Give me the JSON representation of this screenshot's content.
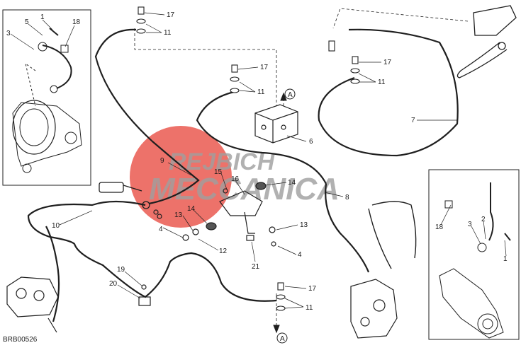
{
  "watermark": {
    "line1": "REJBICH",
    "line2": "MECCANICA"
  },
  "drawing_code": "BRB00526",
  "callouts": [
    {
      "id": "c1",
      "text": "1"
    },
    {
      "id": "c5",
      "text": "5"
    },
    {
      "id": "c3",
      "text": "3"
    },
    {
      "id": "c18a",
      "text": "18"
    },
    {
      "id": "c17a",
      "text": "17"
    },
    {
      "id": "c11a",
      "text": "11"
    },
    {
      "id": "c17b",
      "text": "17"
    },
    {
      "id": "c11b",
      "text": "11"
    },
    {
      "id": "c17c",
      "text": "17"
    },
    {
      "id": "c11c",
      "text": "11"
    },
    {
      "id": "cA1",
      "text": "A"
    },
    {
      "id": "c6",
      "text": "6"
    },
    {
      "id": "c7",
      "text": "7"
    },
    {
      "id": "c9",
      "text": "9"
    },
    {
      "id": "c15",
      "text": "15"
    },
    {
      "id": "c16",
      "text": "16"
    },
    {
      "id": "c14a",
      "text": "14"
    },
    {
      "id": "c8",
      "text": "8"
    },
    {
      "id": "c10",
      "text": "10"
    },
    {
      "id": "c13a",
      "text": "13"
    },
    {
      "id": "c14b",
      "text": "14"
    },
    {
      "id": "c4a",
      "text": "4"
    },
    {
      "id": "c12",
      "text": "12"
    },
    {
      "id": "c13b",
      "text": "13"
    },
    {
      "id": "c4b",
      "text": "4"
    },
    {
      "id": "c21",
      "text": "21"
    },
    {
      "id": "c19",
      "text": "19"
    },
    {
      "id": "c20",
      "text": "20"
    },
    {
      "id": "c17d",
      "text": "17"
    },
    {
      "id": "c11d",
      "text": "11"
    },
    {
      "id": "cA2",
      "text": "A"
    },
    {
      "id": "c18b",
      "text": "18"
    },
    {
      "id": "c3b",
      "text": "3"
    },
    {
      "id": "c2",
      "text": "2"
    },
    {
      "id": "c1b",
      "text": "1"
    }
  ],
  "colors": {
    "line": "#1f1f1f",
    "watermark": "#e8473d",
    "watermark_text": "#9a9a9a"
  }
}
